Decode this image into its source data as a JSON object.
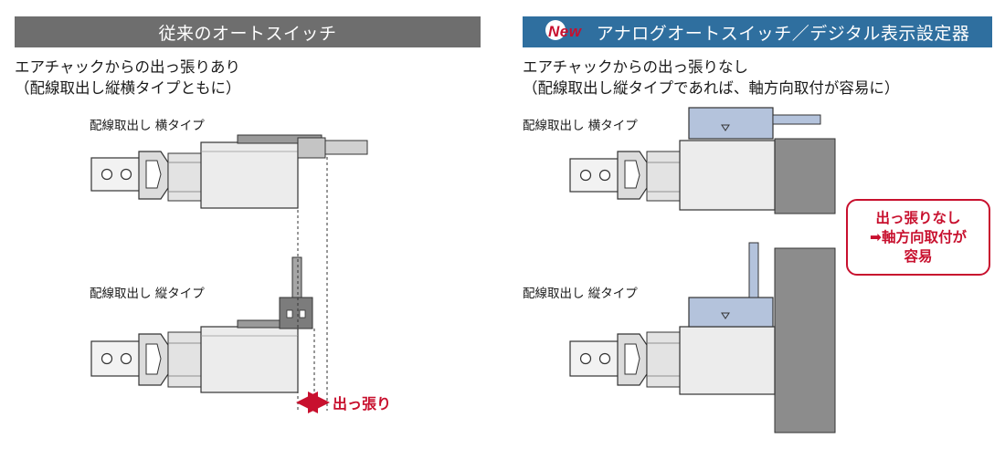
{
  "left": {
    "header": "従来のオートスイッチ",
    "lead_line1": "エアチャックからの出っ張りあり",
    "lead_line2": "（配線取出し縦横タイプともに）",
    "type_horizontal": "配線取出し 横タイプ",
    "type_vertical": "配線取出し 縦タイプ",
    "protrusion_label": "出っ張り"
  },
  "right": {
    "badge": "New",
    "header": "アナログオートスイッチ／デジタル表示設定器",
    "lead_line1": "エアチャックからの出っ張りなし",
    "lead_line2": "（配線取出し縦タイプであれば、軸方向取付が容易に）",
    "type_horizontal": "配線取出し 横タイプ",
    "type_vertical": "配線取出し 縦タイプ",
    "callout_line1": "出っ張りなし",
    "callout_line2": "➡軸方向取付が",
    "callout_line3": "容易"
  },
  "colors": {
    "left_header_bg": "#6e6e6e",
    "right_header_bg": "#2f6f9f",
    "accent_red": "#c8102e",
    "switch_blue": "#b4c3dc",
    "body_gray": "#ececec",
    "wall_gray": "#8c8c8c"
  }
}
